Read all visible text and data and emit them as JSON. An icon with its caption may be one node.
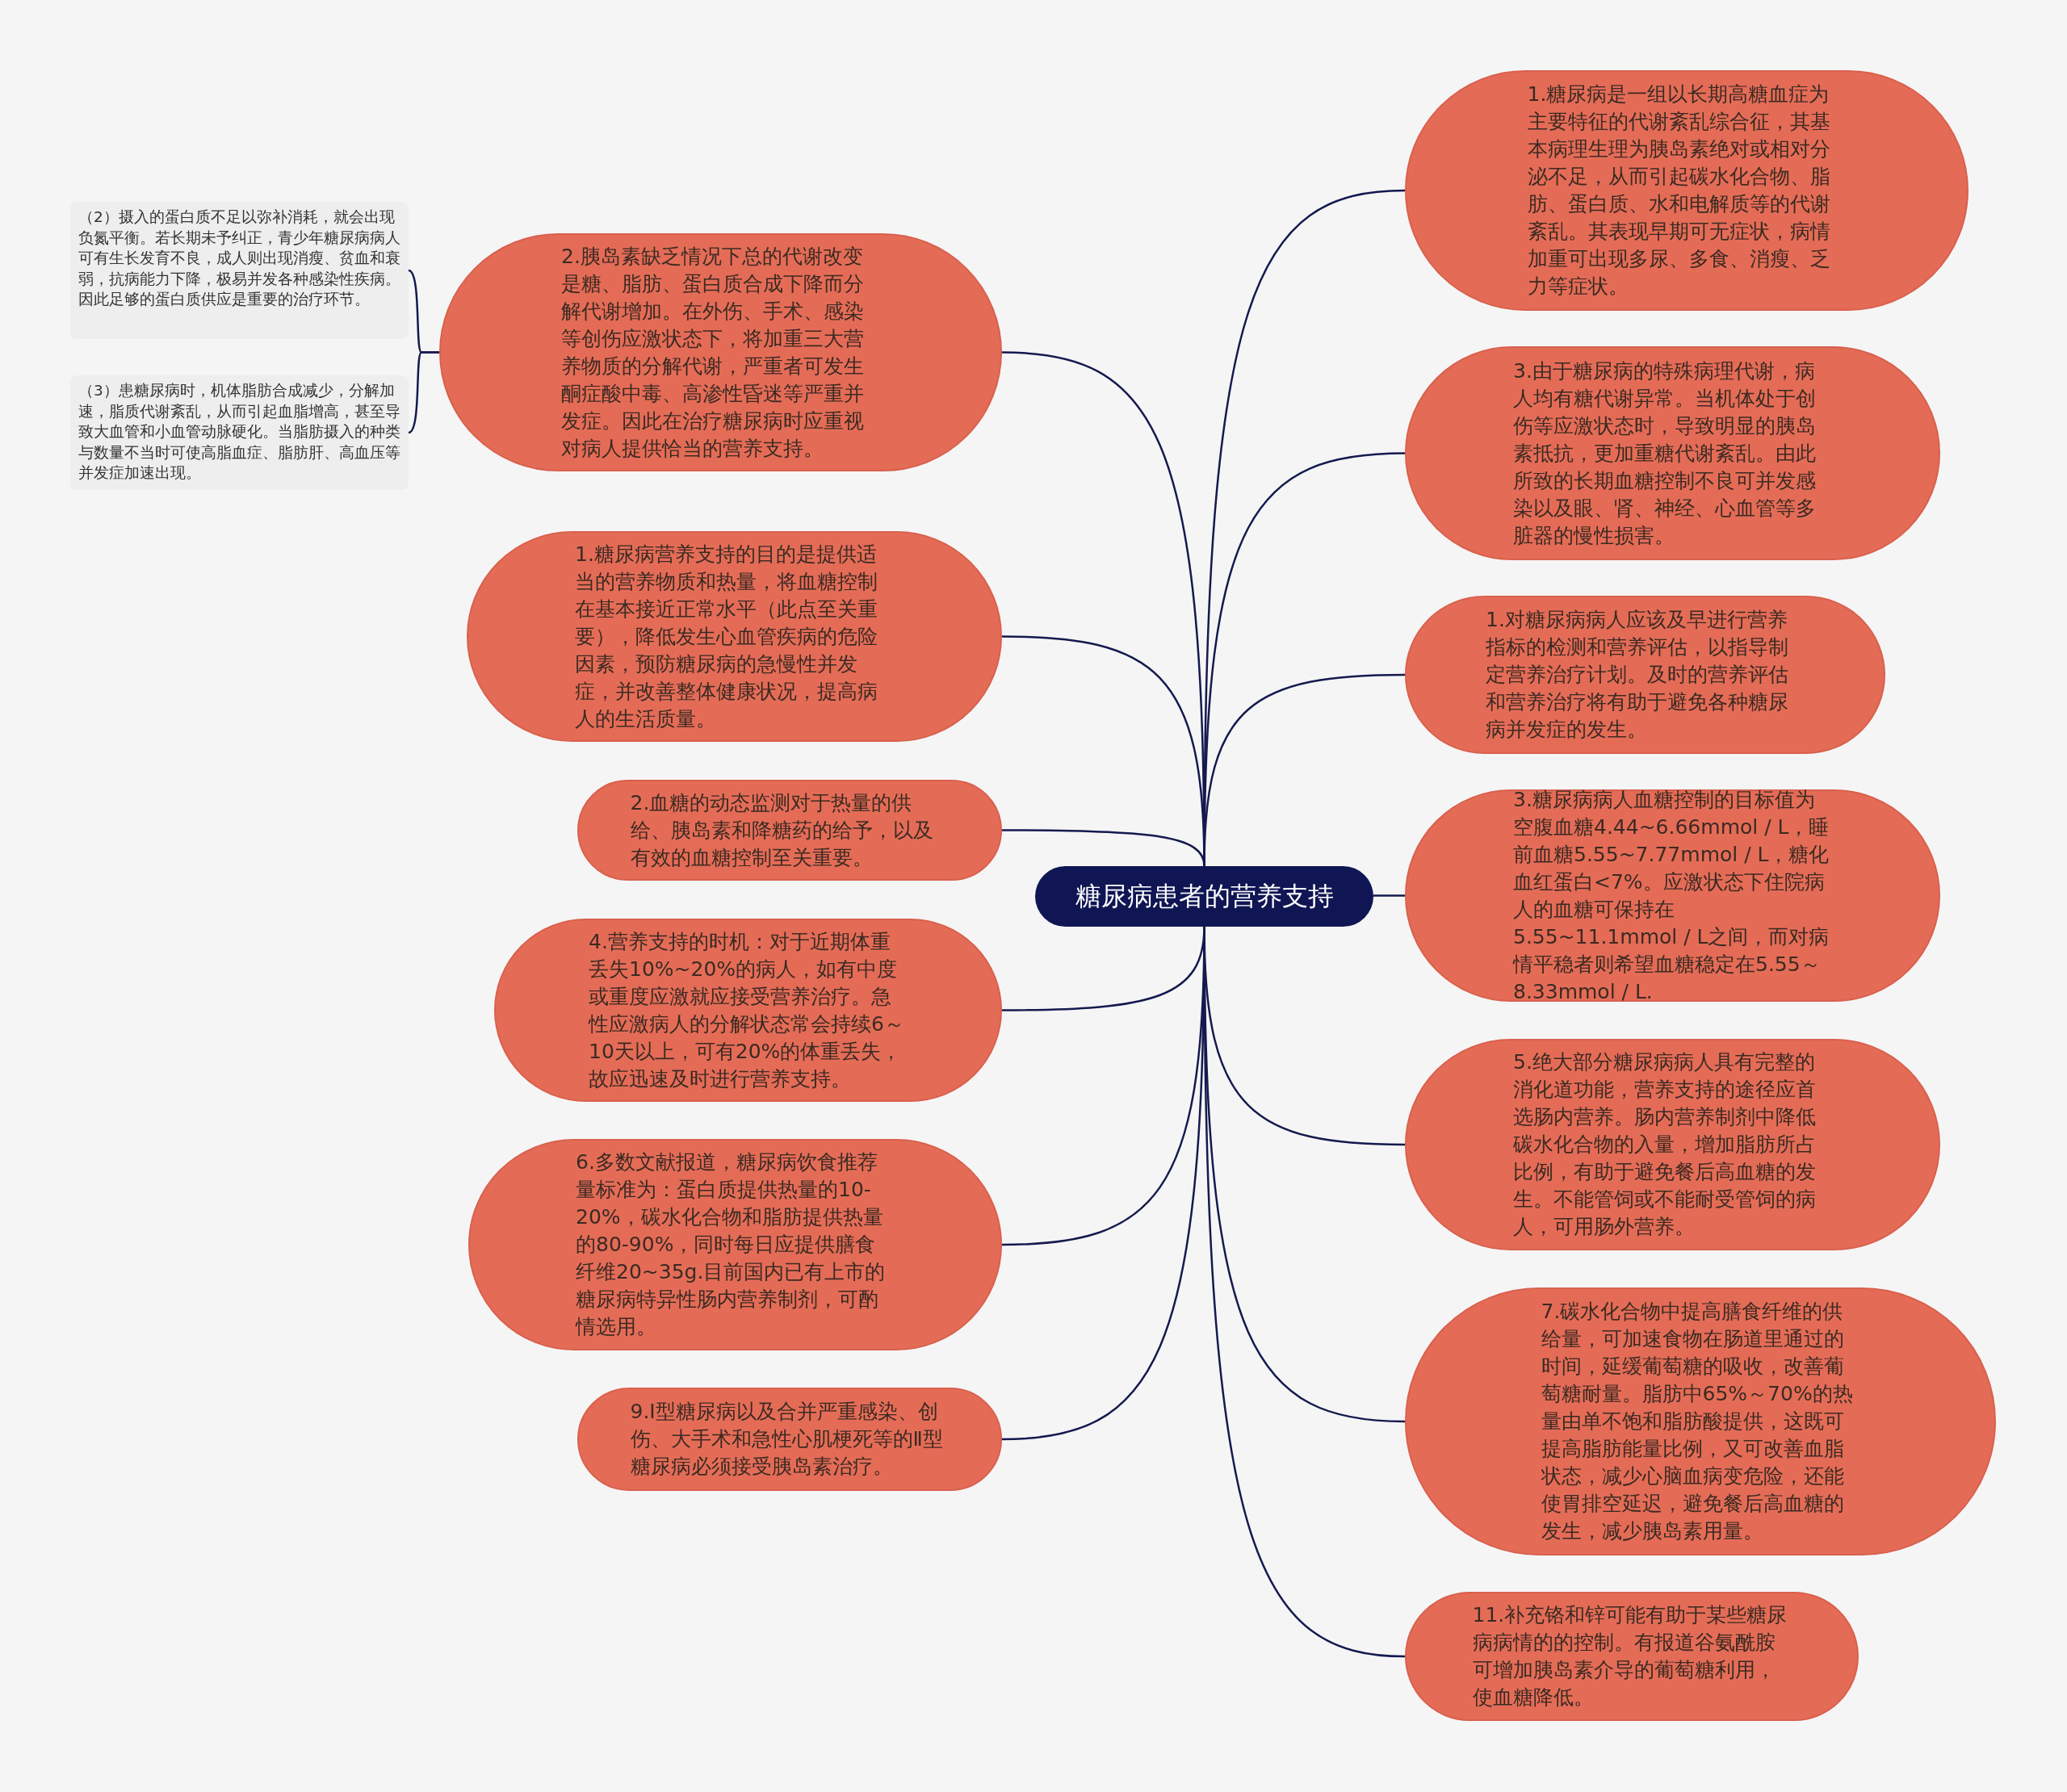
{
  "diagram": {
    "nodes": [
      {
        "text": [
          "糖尿病患者的营养支持"
        ]
      },
      {
        "text": [
          "2.胰岛素缺乏情况下总的代谢改变是糖、脂肪、蛋白质合成下降而分解代谢增加。在外伤、手术、感染等创伤应激状态下，将加重三大营养物质的分解代谢，严重者可发生酮症酸中毒、高渗性昏迷等严重并发症。因此在治疗糖尿病时应重视对病人提供恰当的营养支持。"
        ]
      },
      {
        "text": [
          "（2）摄入的蛋白质不足以弥补消耗，就会出现负氮平衡。若长期未予纠正，青少年糖尿病病人可有生长发育不良，成人则出现消瘦、贫血和衰弱，抗病能力下降，极易并发各种感染性疾病。因此足够的蛋白质供应是重要的治疗环节。"
        ]
      },
      {
        "text": [
          "（3）患糖尿病时，机体脂肪合成减少，分解加速，脂质代谢紊乱，从而引起血脂增高，甚至导致大血管和小血管动脉硬化。当脂肪摄入的种类与数量不当时可使高脂血症、脂肪肝、高血压等并发症加速出现。"
        ]
      },
      {
        "text": [
          "1.糖尿病营养支持的目的是提供适当的营养物质和热量，将血糖控制在基本接近正常水平（此点至关重要），降低发生心血管疾病的危险因素，预防糖尿病的急慢性并发症，并改善整体健康状况，提高病人的生活质量。"
        ]
      },
      {
        "text": [
          "2.血糖的动态监测对于热量的供给、胰岛素和降糖药的给予，以及有效的血糖控制至关重要。"
        ]
      },
      {
        "text": [
          "4.营养支持的时机：对于近期体重丢失10%~20%的病人，如有中度或重度应激就应接受营养治疗。急性应激病人的分解状态常会持续6～10天以上，可有20%的体重丢失，故应迅速及时进行营养支持。"
        ]
      },
      {
        "text": [
          "6.多数文献报道，糖尿病饮食推荐量标准为：蛋白质提供热量的10-20%，碳水化合物和脂肪提供热量的80-90%，同时每日应提供膳食纤维20~35g.目前国内已有上市的糖尿病特异性肠内营养制剂，可酌情选用。"
        ]
      },
      {
        "text": [
          "9.I型糖尿病以及合并严重感染、创伤、大手术和急性心肌梗死等的Ⅱ型糖尿病必须接受胰岛素治疗。"
        ]
      },
      {
        "text": [
          "1.糖尿病是一组以长期高糖血症为主要特征的代谢紊乱综合征，其基本病理生理为胰岛素绝对或相对分泌不足，从而引起碳水化合物、脂肪、蛋白质、水和电解质等的代谢紊乱。其表现早期可无症状，病情加重可出现多尿、多食、消瘦、乏力等症状。"
        ]
      },
      {
        "text": [
          "3.由于糖尿病的特殊病理代谢，病人均有糖代谢异常。当机体处于创伤等应激状态时，导致明显的胰岛素抵抗，更加重糖代谢紊乱。由此所致的长期血糖控制不良可并发感染以及眼、肾、神经、心血管等多脏器的慢性损害。"
        ]
      },
      {
        "text": [
          "1.对糖尿病病人应该及早进行营养指标的检测和营养评估，以指导制定营养治疗计划。及时的营养评估和营养治疗将有助于避免各种糖尿病并发症的发生。"
        ]
      },
      {
        "text": [
          "3.糖尿病病人血糖控制的目标值为空腹血糖4.44~6.66mmol / L，睡前血糖5.55~7.77mmol / L，糖化血红蛋白<7%。应激状态下住院病人的血糖可保持在5.55~11.1mmol / L之间，而对病情平稳者则希望血糖稳定在5.55～8.33mmol / L."
        ]
      },
      {
        "text": [
          "5.绝大部分糖尿病病人具有完整的消化道功能，营养支持的途径应首选肠内营养。肠内营养制剂中降低碳水化合物的入量，增加脂肪所占比例，有助于避免餐后高血糖的发生。不能管饲或不能耐受管饲的病人，可用肠外营养。"
        ]
      },
      {
        "text": [
          "7.碳水化合物中提高膳食纤维的供给量，可加速食物在肠道里通过的时间，延缓葡萄糖的吸收，改善葡萄糖耐量。脂肪中65%～70%的热量由单不饱和脂肪酸提供，这既可提高脂肪能量比例，又可改善血脂状态，减少心脑血病变危险，还能使胃排空延迟，避免餐后高血糖的发生，减少胰岛素用量。"
        ]
      },
      {
        "text": [
          "11.补充铬和锌可能有助于某些糖尿病病情的的控制。有报道谷氨酰胺可增加胰岛素介导的葡萄糖利用，使血糖降低。"
        ]
      }
    ],
    "edges": [
      {
        "from": 0,
        "to": 1,
        "arrow": "none"
      },
      {
        "from": 1,
        "to": 2,
        "arrow": "none"
      },
      {
        "from": 1,
        "to": 3,
        "arrow": "none"
      },
      {
        "from": 0,
        "to": 4,
        "arrow": "none"
      },
      {
        "from": 0,
        "to": 5,
        "arrow": "none"
      },
      {
        "from": 0,
        "to": 6,
        "arrow": "none"
      },
      {
        "from": 0,
        "to": 7,
        "arrow": "none"
      },
      {
        "from": 0,
        "to": 8,
        "arrow": "none"
      },
      {
        "from": 0,
        "to": 9,
        "arrow": "none"
      },
      {
        "from": 0,
        "to": 10,
        "arrow": "none"
      },
      {
        "from": 0,
        "to": 11,
        "arrow": "none"
      },
      {
        "from": 0,
        "to": 12,
        "arrow": "none"
      },
      {
        "from": 0,
        "to": 13,
        "arrow": "none"
      },
      {
        "from": 0,
        "to": 14,
        "arrow": "none"
      },
      {
        "from": 0,
        "to": 15,
        "arrow": "none"
      }
    ]
  }
}
